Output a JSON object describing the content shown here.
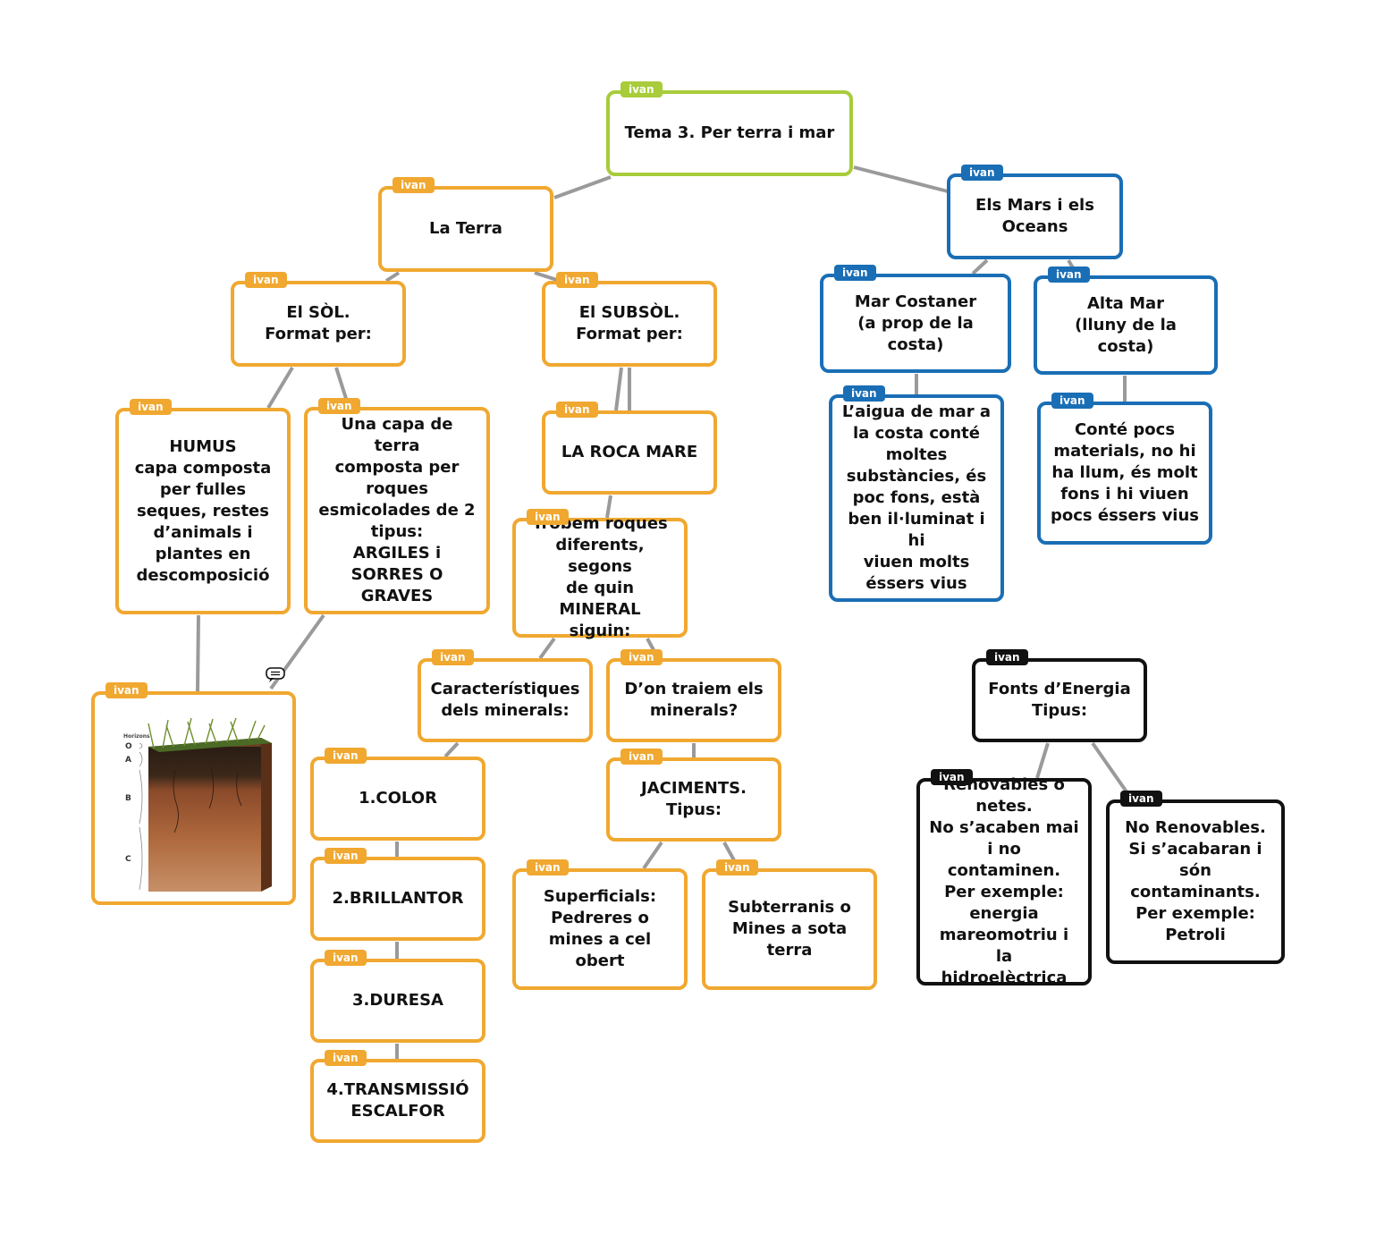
{
  "colors": {
    "orange": "#f0a830",
    "green": "#a8cc3a",
    "blue": "#1a6eb5",
    "black": "#111111",
    "connector": "#9a9a9a"
  },
  "icons": {
    "comment": "speech-bubble-icon",
    "soil_image": "soil-horizon-profile-image"
  },
  "soil_image_labels": {
    "caption": "Horizons",
    "horizons": [
      "O",
      "A",
      "B",
      "C"
    ]
  },
  "nodes": {
    "root": {
      "tag": "ivan",
      "text": "Tema 3. Per terra i mar"
    },
    "terra": {
      "tag": "ivan",
      "text": "La Terra"
    },
    "sol": {
      "tag": "ivan",
      "text": "El SÒL.\nFormat per:"
    },
    "subsol": {
      "tag": "ivan",
      "text": "El SUBSÒL.\nFormat per:"
    },
    "humus": {
      "tag": "ivan",
      "text": "HUMUS\ncapa composta\nper fulles\nseques, restes\nd’animals i\nplantes en\ndescomposició"
    },
    "capa": {
      "tag": "ivan",
      "text": "Una capa de terra\ncomposta per\nroques\nesmicolades de 2\ntipus:\nARGILES i\nSORRES O GRAVES"
    },
    "roca": {
      "tag": "ivan",
      "text": "LA ROCA MARE"
    },
    "trobem": {
      "tag": "ivan",
      "text": "Trobem roques\ndiferents, segons\nde quin MINERAL\nsiguin:"
    },
    "caract": {
      "tag": "ivan",
      "text": "Característiques\ndels minerals:"
    },
    "traiem": {
      "tag": "ivan",
      "text": "D’on traiem els\nminerals?"
    },
    "color": {
      "tag": "ivan",
      "text": "1.COLOR"
    },
    "brillantor": {
      "tag": "ivan",
      "text": "2.BRILLANTOR"
    },
    "duresa": {
      "tag": "ivan",
      "text": "3.DURESA"
    },
    "transmissio": {
      "tag": "ivan",
      "text": "4.TRANSMISSIÓ\nESCALFOR"
    },
    "jaciments": {
      "tag": "ivan",
      "text": "JACIMENTS.\nTipus:"
    },
    "superficials": {
      "tag": "ivan",
      "text": "Superficials:\nPedreres o\nmines a cel\nobert"
    },
    "subterranis": {
      "tag": "ivan",
      "text": "Subterranis o\nMines a sota\nterra"
    },
    "soilimg": {
      "tag": "ivan"
    },
    "mars": {
      "tag": "ivan",
      "text": "Els Mars i els\nOceans"
    },
    "costaner": {
      "tag": "ivan",
      "text": "Mar Costaner\n(a prop de la costa)"
    },
    "altamar": {
      "tag": "ivan",
      "text": "Alta Mar\n(lluny de la costa)"
    },
    "aigua": {
      "tag": "ivan",
      "text": "L’aigua de mar a\nla costa conté\nmoltes\nsubstàncies, és\npoc fons, està\nben il·luminat i hi\nviuen molts\néssers vius"
    },
    "conte": {
      "tag": "ivan",
      "text": "Conté pocs\nmaterials, no hi\nha llum, és molt\nfons i hi viuen\npocs éssers vius"
    },
    "fonts": {
      "tag": "ivan",
      "text": "Fonts d’Energia\nTipus:"
    },
    "renovables": {
      "tag": "ivan",
      "text": "Renovables o\nnetes.\nNo s’acaben mai\ni no contaminen.\nPer exemple:\nenergia\nmareomotriu i la\nhidroelèctrica"
    },
    "norenov": {
      "tag": "ivan",
      "text": "No Renovables.\nSi s’acabaran i\nsón\ncontaminants.\nPer exemple:\nPetroli"
    }
  }
}
